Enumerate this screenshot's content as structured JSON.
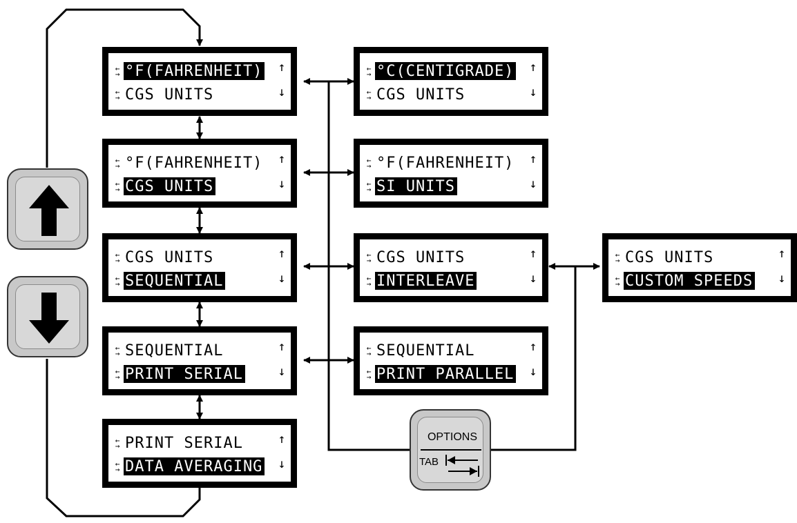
{
  "displays": {
    "d1": {
      "line1": "°F(FAHRENHEIT)",
      "line2": "CGS UNITS"
    },
    "d2": {
      "line1": "°F(FAHRENHEIT)",
      "line2": "CGS UNITS"
    },
    "d3": {
      "line1": "CGS UNITS",
      "line2": "SEQUENTIAL"
    },
    "d4": {
      "line1": "SEQUENTIAL",
      "line2": "PRINT SERIAL"
    },
    "d5": {
      "line1": "PRINT SERIAL",
      "line2": "DATA AVERAGING"
    },
    "d6": {
      "line1": "°C(CENTIGRADE)",
      "line2": "CGS UNITS"
    },
    "d7": {
      "line1": "°F(FAHRENHEIT)",
      "line2": "SI UNITS"
    },
    "d8": {
      "line1": "CGS UNITS",
      "line2": "INTERLEAVE"
    },
    "d9": {
      "line1": "SEQUENTIAL",
      "line2": "PRINT PARALLEL"
    },
    "d10": {
      "line1": "CGS UNITS",
      "line2": "CUSTOM SPEEDS"
    }
  },
  "buttons": {
    "up": {
      "icon": "arrow-up-icon"
    },
    "down": {
      "icon": "arrow-down-icon"
    },
    "options": {
      "label_top": "OPTIONS",
      "label_bottom": "TAB",
      "icon": "tab-arrows-icon"
    }
  },
  "glyphs": {
    "scroll_up": "↑",
    "scroll_down": "↓",
    "selector_top": "←",
    "selector_bottom": "→"
  }
}
